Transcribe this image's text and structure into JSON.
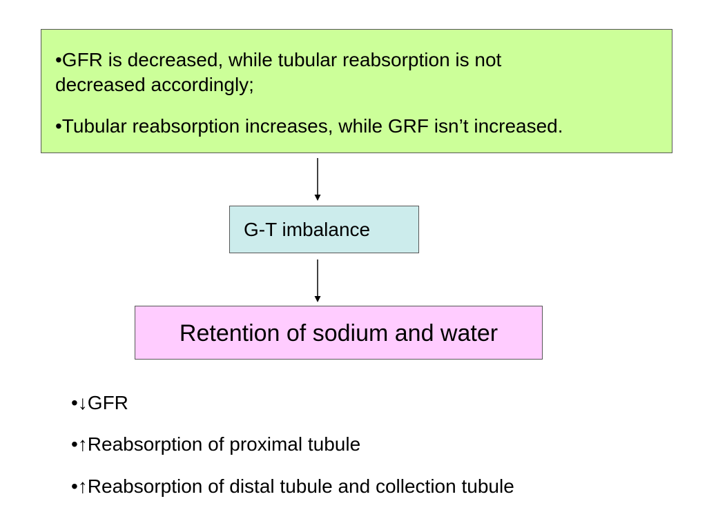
{
  "top_box": {
    "line1": "•GFR is decreased, while tubular reabsorption is not",
    "line2": "decreased accordingly;",
    "line3": "•Tubular reabsorption increases, while GRF isn’t increased.",
    "color": "#ccff99"
  },
  "middle_box": {
    "label": "G-T imbalance",
    "color": "#ccecec"
  },
  "retention_box": {
    "label": "Retention of sodium and water",
    "color": "#ffccff"
  },
  "bullets": [
    "•↓GFR",
    "•↑Reabsorption of proximal tubule",
    "•↑Reabsorption of distal tubule and collection tubule"
  ]
}
